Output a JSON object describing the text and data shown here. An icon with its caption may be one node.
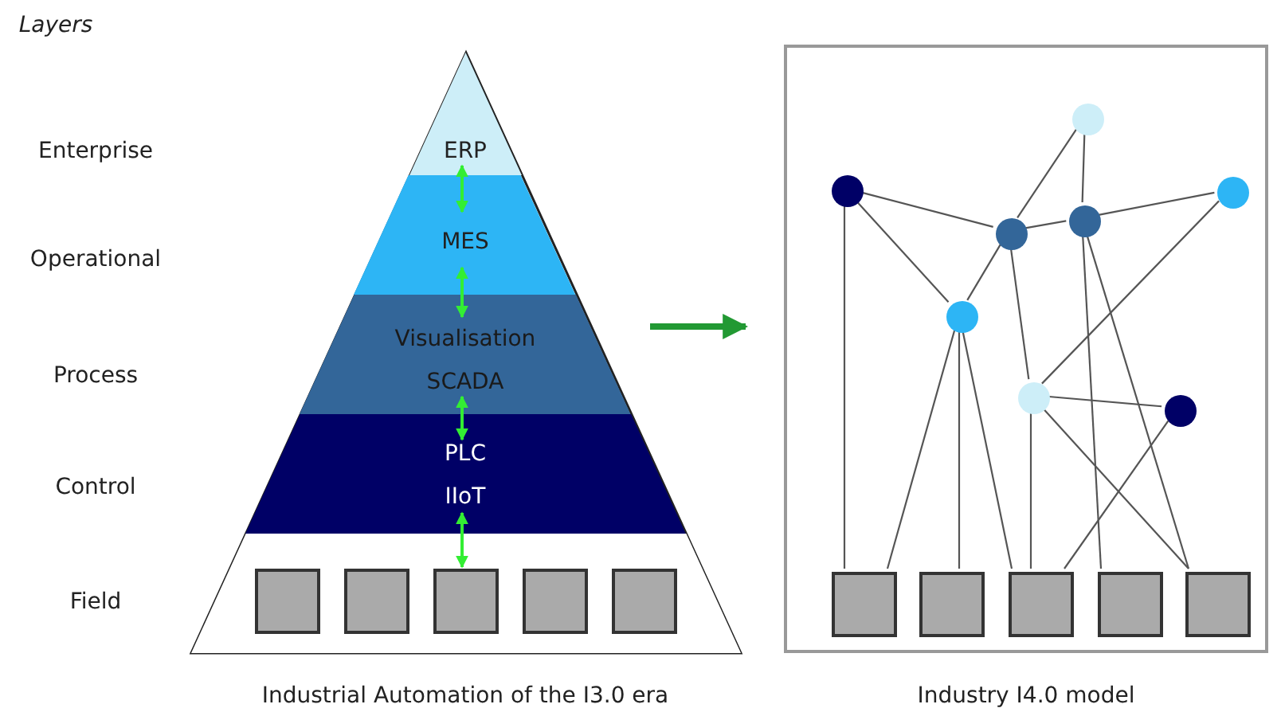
{
  "diagram": {
    "nodes": [
      {
        "text": [],
        "shape": "triangle"
      },
      {
        "text": [
          "ERP"
        ],
        "in": 0
      },
      {
        "text": [
          "MES"
        ],
        "in": 0
      },
      {
        "text": [
          "Visualisation",
          "SCADA"
        ],
        "in": 0
      },
      {
        "text": [
          "PLC",
          "IIoT"
        ],
        "in": 0
      },
      {
        "text": [],
        "shape": "box",
        "in": 0
      },
      {
        "text": [],
        "shape": "box",
        "in": 5
      },
      {
        "text": [],
        "shape": "box",
        "in": 5
      },
      {
        "text": [],
        "shape": "box",
        "in": 5
      },
      {
        "text": [],
        "shape": "box",
        "in": 5
      },
      {
        "text": [],
        "shape": "box",
        "in": 5
      },
      {
        "text": [],
        "shape": "box"
      },
      {
        "text": [],
        "shape": "circle",
        "in": 11
      },
      {
        "text": [],
        "shape": "circle",
        "in": 11
      },
      {
        "text": [],
        "shape": "circle",
        "in": 11
      },
      {
        "text": [],
        "shape": "circle",
        "in": 11
      },
      {
        "text": [],
        "shape": "circle",
        "in": 11
      },
      {
        "text": [],
        "shape": "circle",
        "in": 11
      },
      {
        "text": [],
        "shape": "circle",
        "in": 11
      },
      {
        "text": [],
        "shape": "circle",
        "in": 11
      },
      {
        "text": [],
        "shape": "box",
        "in": 11
      },
      {
        "text": [],
        "shape": "box",
        "in": 11
      },
      {
        "text": [],
        "shape": "box",
        "in": 11
      },
      {
        "text": [],
        "shape": "box",
        "in": 11
      },
      {
        "text": [],
        "shape": "box",
        "in": 11
      }
    ],
    "edges": [
      {
        "from": 1,
        "to": 2,
        "arrow": "both",
        "color": "#33ee33"
      },
      {
        "from": 2,
        "to": 3,
        "arrow": "both",
        "color": "#33ee33"
      },
      {
        "from": 3,
        "to": 4,
        "arrow": "both",
        "color": "#33ee33"
      },
      {
        "from": 4,
        "to": 8,
        "arrow": "both",
        "color": "#33ee33"
      },
      {
        "from": 0,
        "to": 11,
        "arrow": "to",
        "style": "thick",
        "color": "#229933"
      },
      {
        "from": 13,
        "to": 16,
        "arrow": "none"
      },
      {
        "from": 13,
        "to": 17,
        "arrow": "none"
      },
      {
        "from": 13,
        "to": 20,
        "arrow": "none"
      },
      {
        "from": 12,
        "to": 16,
        "arrow": "none"
      },
      {
        "from": 12,
        "to": 15,
        "arrow": "none"
      },
      {
        "from": 16,
        "to": 15,
        "arrow": "none"
      },
      {
        "from": 15,
        "to": 14,
        "arrow": "none"
      },
      {
        "from": 16,
        "to": 17,
        "arrow": "none"
      },
      {
        "from": 16,
        "to": 18,
        "arrow": "none"
      },
      {
        "from": 17,
        "to": 20,
        "arrow": "none"
      },
      {
        "from": 17,
        "to": 21,
        "arrow": "none"
      },
      {
        "from": 17,
        "to": 22,
        "arrow": "none"
      },
      {
        "from": 15,
        "to": 23,
        "arrow": "none"
      },
      {
        "from": 15,
        "to": 24,
        "arrow": "none"
      },
      {
        "from": 14,
        "to": 18,
        "arrow": "none"
      },
      {
        "from": 18,
        "to": 19,
        "arrow": "none"
      },
      {
        "from": 18,
        "to": 22,
        "arrow": "none"
      },
      {
        "from": 18,
        "to": 24,
        "arrow": "none"
      },
      {
        "from": 19,
        "to": 22,
        "arrow": "none"
      }
    ],
    "labels": [
      "Layers",
      "Enterprise",
      "Operational",
      "Process",
      "Control",
      "Field",
      "Industrial Automation of the I3.0 era",
      "Industry I4.0 model"
    ]
  }
}
